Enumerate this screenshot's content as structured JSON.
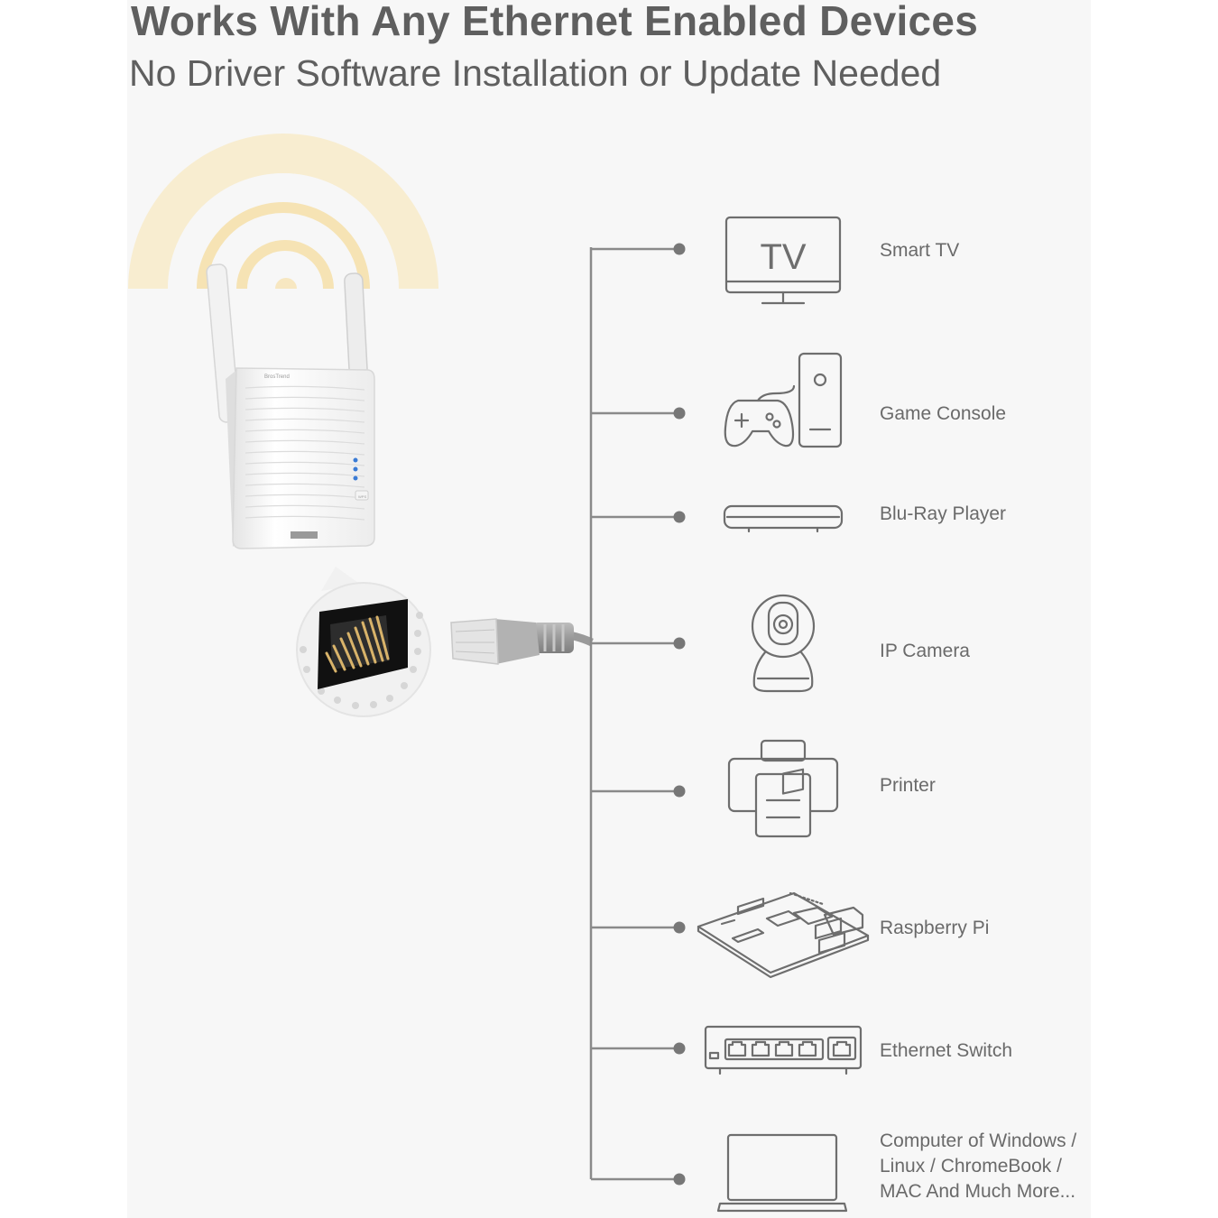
{
  "header": {
    "title": "Works With Any Ethernet Enabled Devices",
    "subtitle": "No Driver Software Installation or Update Needed"
  },
  "product": {
    "brand": "BrosTrend",
    "wps_label": "WPS"
  },
  "devices": [
    {
      "label": "Smart TV",
      "icon": "tv-icon",
      "icon_text": "TV"
    },
    {
      "label": "Game Console",
      "icon": "game-console-icon"
    },
    {
      "label": "Blu-Ray Player",
      "icon": "blu-ray-player-icon"
    },
    {
      "label": "IP Camera",
      "icon": "ip-camera-icon"
    },
    {
      "label": "Printer",
      "icon": "printer-icon"
    },
    {
      "label": "Raspberry Pi",
      "icon": "raspberry-pi-icon"
    },
    {
      "label": "Ethernet Switch",
      "icon": "ethernet-switch-icon"
    },
    {
      "label_lines": [
        "Computer of Windows /",
        "Linux / ChromeBook /",
        "MAC And Much More..."
      ],
      "icon": "laptop-icon"
    }
  ],
  "colors": {
    "text": "#5f5f5f",
    "line": "#8a8a8a",
    "icon_stroke": "#6e6e6e",
    "wifi_glow": "#f6dfa4",
    "panel": "#f7f7f7"
  }
}
